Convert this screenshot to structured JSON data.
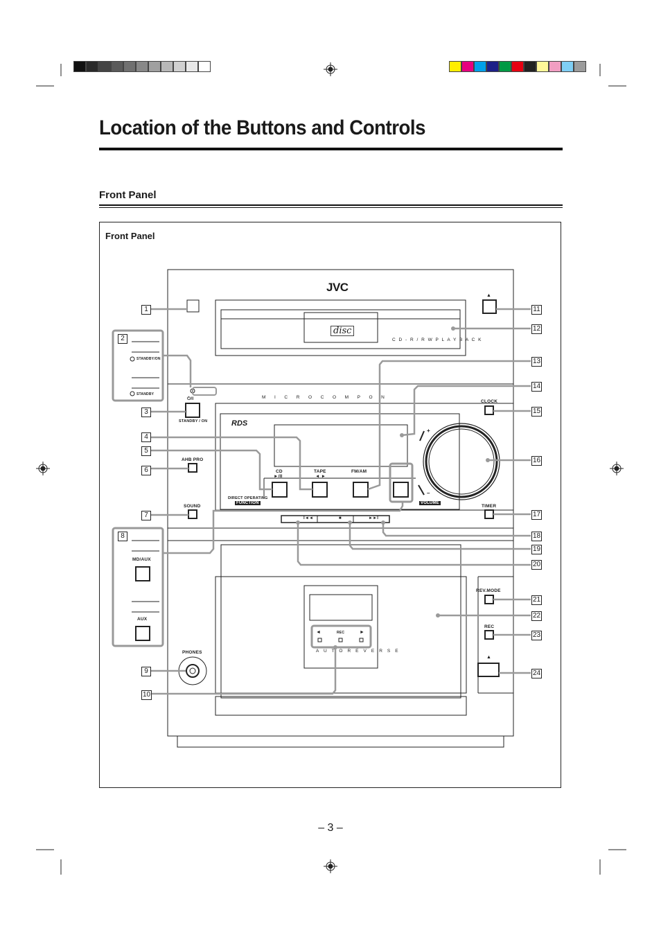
{
  "page": {
    "title": "Location of the Buttons and Controls",
    "section_heading": "Front Panel",
    "frame_label": "Front Panel",
    "page_number": "– 3 –"
  },
  "colors": {
    "gray_bar": [
      "#111111",
      "#2a2a2a",
      "#444444",
      "#5a5a5a",
      "#707070",
      "#888888",
      "#a0a0a0",
      "#b8b8b8",
      "#d0d0d0",
      "#e8e8e8",
      "#ffffff"
    ],
    "color_bar": [
      "#ffee00",
      "#e6007e",
      "#00a0e9",
      "#1d2088",
      "#009944",
      "#e60012",
      "#222222",
      "#fff799",
      "#f19ec2",
      "#7fcef4",
      "#9c9c9c"
    ],
    "callout_line": "#9a9a9a"
  },
  "device": {
    "brand": "JVC",
    "disc_logo": "disc",
    "cd_label": "C D - R / R W   P L A Y B A C K",
    "system_label": "M I C R O   C O M P O N E N T   S Y S T E M",
    "cassette_label": "A U T O   R E V E R S E",
    "rds_logo": "RDS",
    "labels": {
      "standby_on_indicator": "STANDBY/ON",
      "standby_indicator": "STANDBY",
      "power_symbol": "⏻/I",
      "standby_on_button": "STANDBY / ON",
      "ahb_pro": "AHB PRO",
      "sound": "SOUND",
      "md_aux": "MD/AUX",
      "aux": "AUX",
      "phones": "PHONES",
      "cd": "CD",
      "cd_symbol": "►/II",
      "tape": "TAPE",
      "tape_symbol": "◄ ►",
      "fm_am": "FM/AM",
      "direct_operating": "DIRECT OPERATING",
      "function": "FUNCTION",
      "volume": "VOLUME",
      "vol_plus": "+",
      "vol_minus": "–",
      "clock": "CLOCK",
      "timer": "TIMER",
      "rev_mode": "REV.MODE",
      "rec": "REC",
      "deck_rec": "REC",
      "eject": "▲",
      "prev": "I◄◄",
      "stop": "■",
      "next": "►►I",
      "deck_left": "◄",
      "deck_right": "►"
    }
  },
  "callouts": [
    "1",
    "2",
    "3",
    "4",
    "5",
    "6",
    "7",
    "8",
    "9",
    "10",
    "11",
    "12",
    "13",
    "14",
    "15",
    "16",
    "17",
    "18",
    "19",
    "20",
    "21",
    "22",
    "23",
    "24"
  ]
}
